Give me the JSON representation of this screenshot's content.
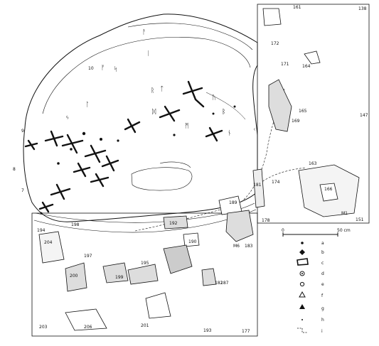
{
  "plan": {
    "inscription_glyphs": [
      "ᚨ",
      "ᛁ",
      "ᚠ",
      "ᛋ",
      "ᚱ",
      "ᛏ",
      "ᚢ",
      "ᛒ",
      "ᛗ",
      "ᚾ",
      "ᛚ",
      "ᛃ",
      "ᛞ",
      "ᚲ"
    ]
  },
  "labels": [
    {
      "text": "138",
      "key": "n138"
    },
    {
      "text": "147",
      "key": "n147"
    },
    {
      "text": "151",
      "key": "n151"
    },
    {
      "text": "161",
      "key": "n161"
    },
    {
      "text": "163",
      "key": "n163"
    },
    {
      "text": "164",
      "key": "n164"
    },
    {
      "text": "165",
      "key": "n165"
    },
    {
      "text": "166",
      "key": "n166"
    },
    {
      "text": "169",
      "key": "n169"
    },
    {
      "text": "171",
      "key": "n171"
    },
    {
      "text": "172",
      "key": "n172"
    },
    {
      "text": "174",
      "key": "n174"
    },
    {
      "text": "177",
      "key": "n177"
    },
    {
      "text": "178",
      "key": "n178"
    },
    {
      "text": "181",
      "key": "n181"
    },
    {
      "text": "182",
      "key": "n182"
    },
    {
      "text": "183",
      "key": "n183"
    },
    {
      "text": "187",
      "key": "n187"
    },
    {
      "text": "189",
      "key": "n189"
    },
    {
      "text": "190",
      "key": "n190"
    },
    {
      "text": "192",
      "key": "n192"
    },
    {
      "text": "193",
      "key": "n193"
    },
    {
      "text": "194",
      "key": "n194"
    },
    {
      "text": "195",
      "key": "n195"
    },
    {
      "text": "197",
      "key": "n197"
    },
    {
      "text": "198",
      "key": "n198"
    },
    {
      "text": "199",
      "key": "n199"
    },
    {
      "text": "200",
      "key": "n200"
    },
    {
      "text": "201",
      "key": "n201"
    },
    {
      "text": "203",
      "key": "n203"
    },
    {
      "text": "204",
      "key": "n204"
    },
    {
      "text": "206",
      "key": "n206"
    },
    {
      "text": "7",
      "key": "n7"
    },
    {
      "text": "8",
      "key": "n8"
    },
    {
      "text": "9",
      "key": "n9"
    },
    {
      "text": "10",
      "key": "n10"
    },
    {
      "text": "M1",
      "key": "m1"
    },
    {
      "text": "M6",
      "key": "m6"
    }
  ],
  "scale": {
    "zero": "0",
    "length": "50 cm"
  },
  "legend": [
    {
      "letter": "a",
      "symbol": "dot"
    },
    {
      "letter": "b",
      "symbol": "diamond"
    },
    {
      "letter": "c",
      "symbol": "outlined-stone"
    },
    {
      "letter": "d",
      "symbol": "circle-dot"
    },
    {
      "letter": "e",
      "symbol": "circle"
    },
    {
      "letter": "f",
      "symbol": "triangle-open"
    },
    {
      "letter": "g",
      "symbol": "triangle-filled"
    },
    {
      "letter": "h",
      "symbol": "small-dot"
    },
    {
      "letter": "i",
      "symbol": "dashed-line"
    }
  ]
}
